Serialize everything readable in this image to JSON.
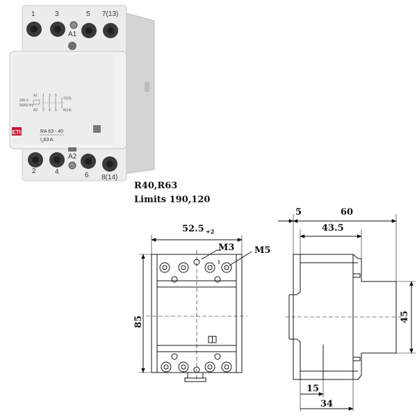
{
  "product": {
    "terminals_top": [
      "1",
      "3",
      "5",
      "7(13)"
    ],
    "terminals_bottom": [
      "2",
      "4",
      "6",
      "8(14)"
    ],
    "coil_a1": "A1",
    "coil_a2": "A2",
    "brand": "ETI",
    "model": "RA 63 - 40",
    "current": "I",
    "current_sub": "e",
    "current_value": "63 A",
    "label_voltage": "230 V",
    "label_freq": "50/60 Hz",
    "schematic_top": [
      "A1",
      "1",
      "3",
      "5",
      "7(13)"
    ],
    "schematic_bottom": [
      "A2",
      "2",
      "4",
      "6",
      "8(14)"
    ]
  },
  "caption": {
    "line1": "R40,R63",
    "line2": "Limits 190,120"
  },
  "front_view": {
    "width_main": "52.5",
    "width_tol": "+2",
    "height": "85",
    "screw_small": "M3",
    "screw_large": "M5"
  },
  "side_view": {
    "offset": "5",
    "depth_total": "60",
    "depth_body": "43.5",
    "height_front": "45",
    "rail_offset": "15",
    "rail_depth": "34"
  },
  "colors": {
    "body": "#ececec",
    "body_shadow": "#cfcfcf",
    "terminal": "#3a3a3a",
    "line": "#111111"
  }
}
